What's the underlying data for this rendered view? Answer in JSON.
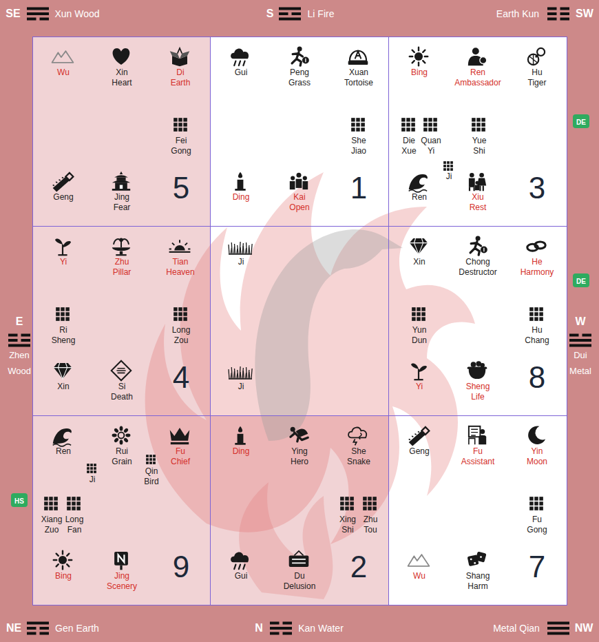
{
  "diagram": {
    "nodes": [
      {
        "text": [
          "Wu",
          "Xin Heart",
          "Di Earth",
          "Fei Gong",
          "Geng",
          "Jing Fear",
          "5"
        ]
      },
      {
        "text": [
          "Gui",
          "Peng Grass",
          "Xuan Tortoise",
          "She Jiao",
          "Ding",
          "Kai Open",
          "1"
        ]
      },
      {
        "text": [
          "Bing",
          "Ren Ambassador",
          "Hu Tiger",
          "Die Xue",
          "Quan Yi",
          "Yue Shi",
          "Ji",
          "Ren",
          "Xiu Rest",
          "3"
        ]
      },
      {
        "text": [
          "Yi",
          "Zhu Pillar",
          "Tian Heaven",
          "Ri Sheng",
          "Long Zou",
          "Xin",
          "Si Death",
          "4"
        ]
      },
      {
        "text": [
          "Ji",
          "Ji"
        ]
      },
      {
        "text": [
          "Xin",
          "Chong Destructor",
          "He Harmony",
          "Yun Dun",
          "Hu Chang",
          "Yi",
          "Sheng Life",
          "8"
        ]
      },
      {
        "text": [
          "Ren",
          "Rui Grain",
          "Fu Chief",
          "Qin Bird",
          "Ji",
          "Xiang Zuo",
          "Long Fan",
          "Bing",
          "Jing Scenery",
          "9"
        ]
      },
      {
        "text": [
          "Ding",
          "Ying Hero",
          "She Snake",
          "Xing Shi",
          "Zhu Tou",
          "Gui",
          "Du Delusion",
          "2"
        ]
      },
      {
        "text": [
          "Geng",
          "Fu Assistant",
          "Yin Moon",
          "Fu Gong",
          "Wu",
          "Shang Harm",
          "7"
        ]
      },
      {
        "text": [
          "DE"
        ]
      },
      {
        "text": [
          "DE"
        ]
      },
      {
        "text": [
          "HS"
        ]
      }
    ],
    "labels": [
      "SE",
      "Xun Wood",
      "S",
      "Li Fire",
      "Earth Kun",
      "SW",
      "E",
      "Zhen Wood",
      "W",
      "Dui Metal",
      "NE",
      "Gen Earth",
      "N",
      "Kan Water",
      "Metal Qian",
      "NW"
    ]
  }
}
